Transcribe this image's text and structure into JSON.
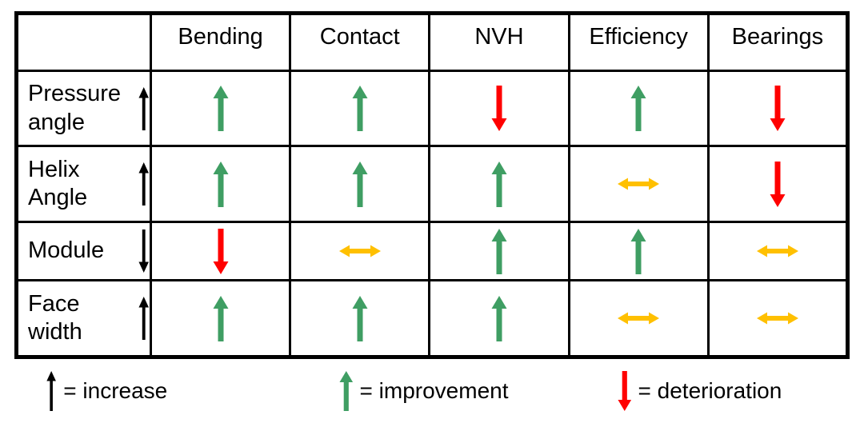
{
  "colors": {
    "green": "#3f9e63",
    "red": "#ff0000",
    "yellow": "#ffc000",
    "black": "#000000"
  },
  "table": {
    "columns": [
      "Bending",
      "Contact",
      "NVH",
      "Efficiency",
      "Bearings"
    ],
    "rows": [
      {
        "label": "Pressure angle",
        "label_arrow": "up-black",
        "cells": [
          "up-green",
          "up-green",
          "down-red",
          "up-green",
          "down-red"
        ]
      },
      {
        "label": "Helix Angle",
        "label_arrow": "up-black",
        "cells": [
          "up-green",
          "up-green",
          "up-green",
          "both-yellow",
          "down-red"
        ]
      },
      {
        "label": "Module",
        "label_arrow": "down-black",
        "cells": [
          "down-red",
          "both-yellow",
          "up-green",
          "up-green",
          "both-yellow"
        ]
      },
      {
        "label": "Face width",
        "label_arrow": "up-black",
        "cells": [
          "up-green",
          "up-green",
          "up-green",
          "both-yellow",
          "both-yellow"
        ]
      }
    ]
  },
  "legend": [
    {
      "symbol": "up-black",
      "text": "= increase"
    },
    {
      "symbol": "up-green",
      "text": "= improvement"
    },
    {
      "symbol": "down-red",
      "text": "= deterioration"
    }
  ]
}
